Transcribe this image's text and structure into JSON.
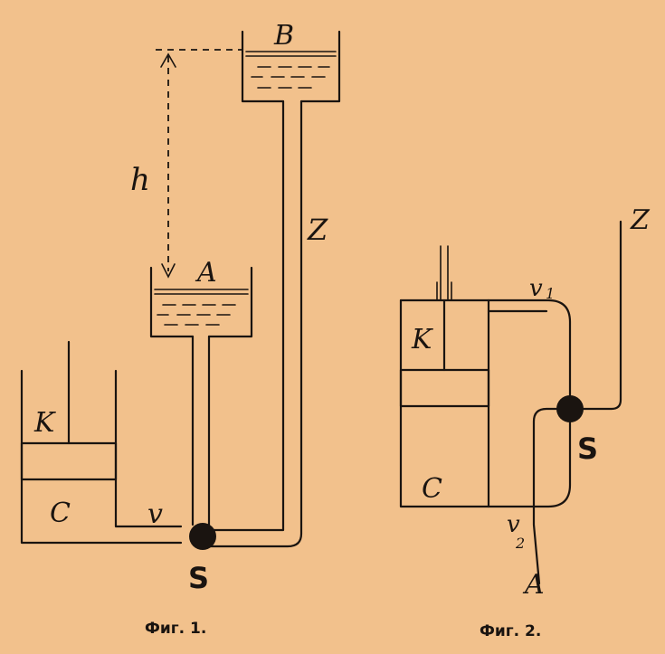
{
  "figure1": {
    "caption": "Фиг. 1.",
    "labels": {
      "tank_b": "B",
      "tank_a": "A",
      "height": "h",
      "pipe_z": "Z",
      "piston": "K",
      "cylinder": "C",
      "valve_v": "v",
      "valve_s": "S"
    }
  },
  "figure2": {
    "caption": "Фиг. 2.",
    "labels": {
      "pipe_z": "Z",
      "piston": "K",
      "cylinder": "C",
      "valve_s": "S",
      "v1_letter": "v",
      "v1_sub": "1",
      "v2_letter": "v",
      "v2_sub": "2",
      "inlet_a": "A"
    }
  },
  "colors": {
    "background": "#f2c18c",
    "ink": "#1a1410"
  }
}
